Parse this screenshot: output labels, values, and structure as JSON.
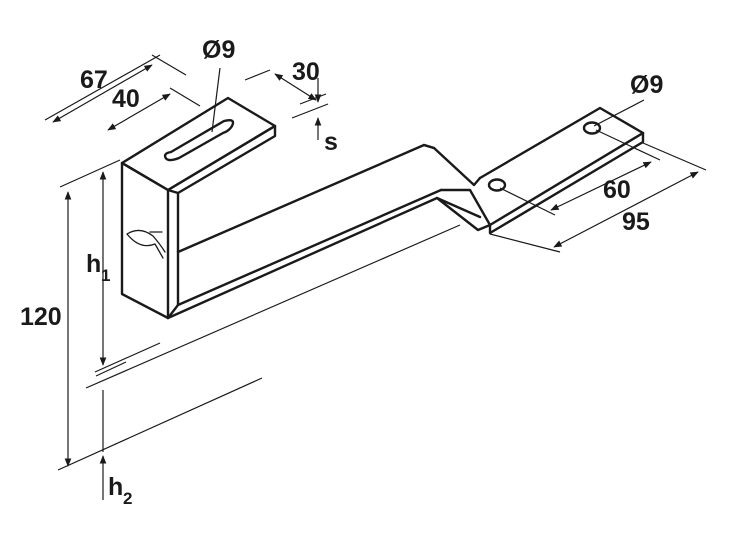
{
  "drawing": {
    "type": "technical-dimension-drawing",
    "stroke_color": "#1a1a1a",
    "background": "#ffffff",
    "icon": "fish-logo-icon"
  },
  "dimensions": {
    "width_outer": "67",
    "width_inner": "40",
    "slot_diameter": "Ø9",
    "tab_length": "30",
    "thickness_symbol": "s",
    "hole_diameter": "Ø9",
    "hole_spacing": "60",
    "foot_length": "95",
    "overall_height": "120",
    "h1_base": "h",
    "h1_sub": "1",
    "h2_base": "h",
    "h2_sub": "2"
  }
}
